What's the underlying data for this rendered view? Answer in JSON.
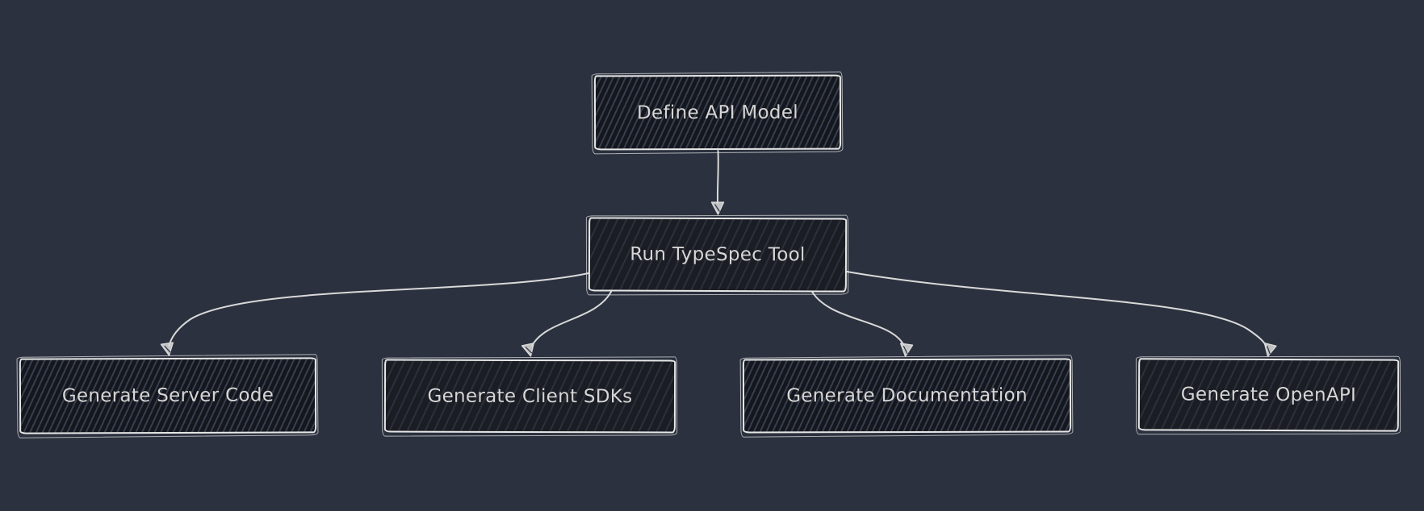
{
  "app": {
    "type": "flowchart-diagram",
    "style": "hand-drawn-sketch"
  },
  "colors": {
    "background": "#2b313e",
    "node_fill": "#15181e",
    "node_hatch": "#3a4254",
    "node_border": "#e7e7e7",
    "text": "#d6d6d6",
    "connector": "#d9d9d9"
  },
  "diagram": {
    "nodes": [
      {
        "id": "define-api-model",
        "label": "Define API Model",
        "fill_style": "hatch-dense"
      },
      {
        "id": "run-typespec-tool",
        "label": "Run TypeSpec Tool",
        "fill_style": "hatch-faint"
      },
      {
        "id": "generate-server-code",
        "label": "Generate Server Code",
        "fill_style": "hatch-dense"
      },
      {
        "id": "generate-client-sdks",
        "label": "Generate Client SDKs",
        "fill_style": "hatch-faint"
      },
      {
        "id": "generate-documentation",
        "label": "Generate Documentation",
        "fill_style": "hatch-dense"
      },
      {
        "id": "generate-openapi",
        "label": "Generate OpenAPI",
        "fill_style": "hatch-faint"
      }
    ],
    "edges": [
      {
        "from": "Define API Model",
        "to": "Run TypeSpec Tool"
      },
      {
        "from": "Run TypeSpec Tool",
        "to": "Generate Server Code"
      },
      {
        "from": "Run TypeSpec Tool",
        "to": "Generate Client SDKs"
      },
      {
        "from": "Run TypeSpec Tool",
        "to": "Generate Documentation"
      },
      {
        "from": "Run TypeSpec Tool",
        "to": "Generate OpenAPI"
      }
    ]
  }
}
